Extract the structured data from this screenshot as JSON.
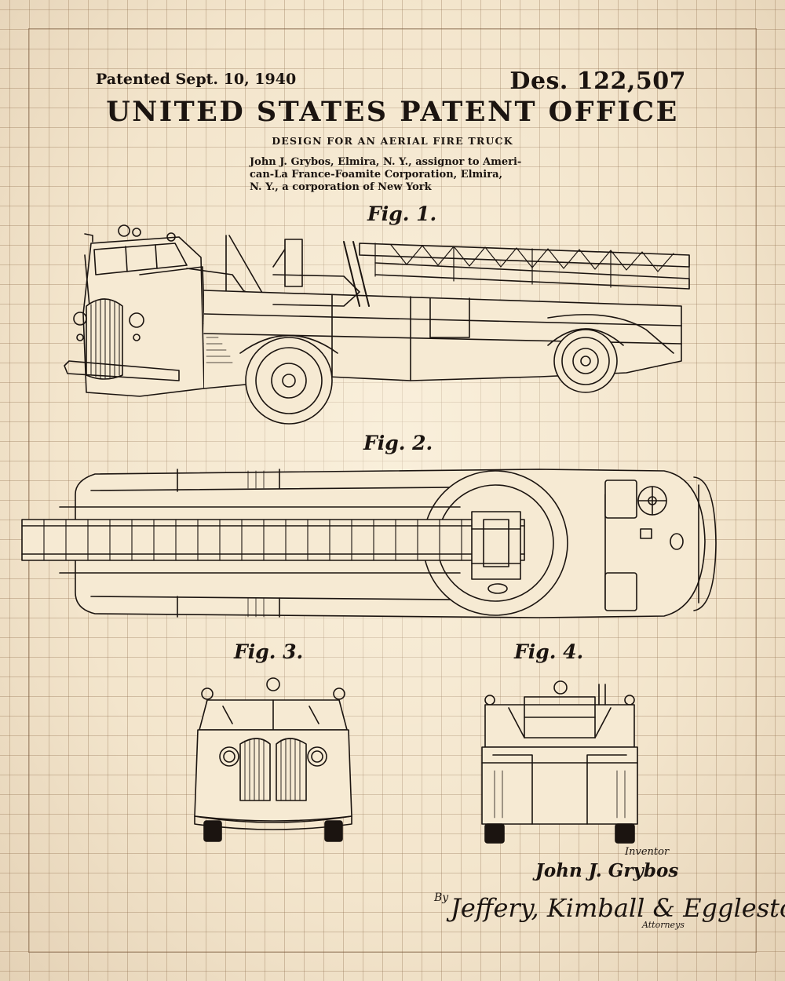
{
  "header": {
    "patented": "Patented Sept. 10, 1940",
    "design_number": "Des. 122,507",
    "office": "UNITED STATES PATENT OFFICE",
    "design_title": "DESIGN FOR AN AERIAL FIRE TRUCK",
    "assignor_lines": [
      "John J. Grybos, Elmira, N. Y., assignor to Ameri-",
      "can-La France-Foamite Corporation, Elmira,",
      "N. Y., a corporation of New York"
    ]
  },
  "figures": {
    "fig1": "Fig. 1.",
    "fig2": "Fig. 2.",
    "fig3": "Fig. 3.",
    "fig4": "Fig. 4."
  },
  "signature": {
    "inventor_label": "Inventor",
    "inventor_name": "John J. Grybos",
    "by": "By",
    "attorneys_name": "Jeffery, Kimball & Eggleston",
    "attorneys_label": "Attorneys"
  },
  "colors": {
    "paper": "#f3e5cc",
    "ink": "#1b1410",
    "grid": "#96785a"
  }
}
